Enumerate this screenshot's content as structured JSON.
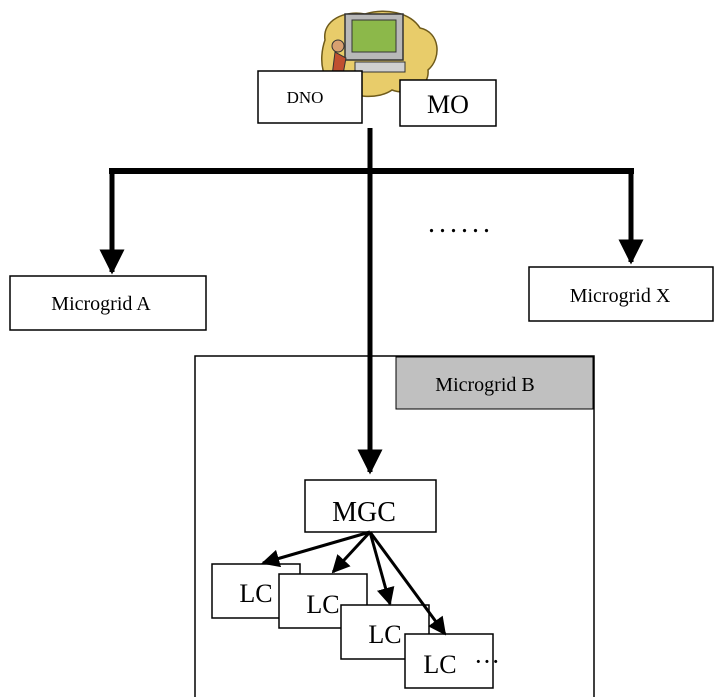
{
  "diagram": {
    "dno_label": "DNO",
    "mo_label": "MO",
    "ellipsis_top": "......",
    "microgrid_a_label": "Microgrid A",
    "microgrid_x_label": "Microgrid X",
    "microgrid_b_label": "Microgrid B",
    "mgc_label": "MGC",
    "lc_labels": [
      "LC",
      "LC",
      "LC",
      "LC"
    ],
    "lc_ellipsis": "···",
    "icon": "computer-operator-icon",
    "colors": {
      "line": "#000000",
      "box_fill": "#ffffff",
      "microgrid_b_header": "#c0c0c0",
      "icon_blob": "#e8cc6a"
    }
  }
}
